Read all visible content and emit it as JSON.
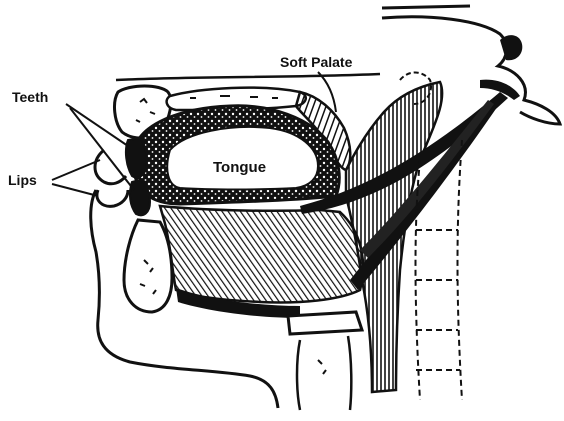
{
  "labels": {
    "teeth": "Teeth",
    "lips": "Lips",
    "soft_palate": "Soft Palate",
    "tongue": "Tongue"
  },
  "colors": {
    "ink": "#111111",
    "background": "#ffffff"
  }
}
